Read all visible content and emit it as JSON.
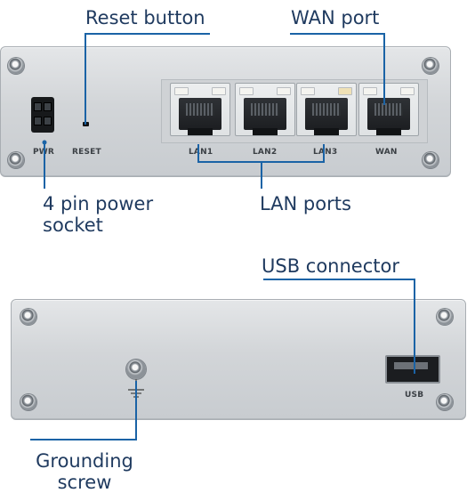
{
  "callouts": {
    "reset_button": "Reset button",
    "wan_port": "WAN port",
    "power_socket_line1": "4 pin power",
    "power_socket_line2": "socket",
    "lan_ports": "LAN ports",
    "usb_connector": "USB  connector",
    "grounding_line1": "Grounding",
    "grounding_line2": "screw"
  },
  "front_panel": {
    "pwr_label": "PWR",
    "reset_label": "RESET",
    "ports": [
      "LAN1",
      "LAN2",
      "LAN3",
      "WAN"
    ]
  },
  "back_panel": {
    "usb_label": "USB"
  },
  "colors": {
    "callout_line": "#1a63a6",
    "callout_text": "#1f3a5f",
    "panel": "#d2d5d8"
  }
}
